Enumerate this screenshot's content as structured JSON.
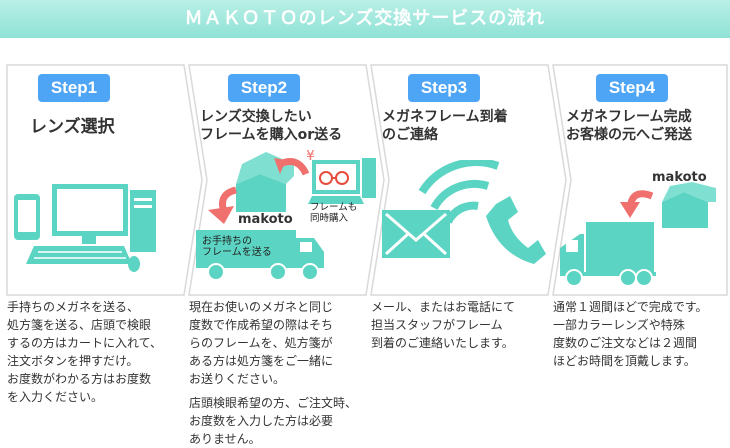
{
  "title": "ＭＡＫＯＴＯのレンズ交換サービスの流れ",
  "colors": {
    "teal": "#5cd4c3",
    "step_badge": "#4ea5f5",
    "arrow_pink": "#f0706e",
    "frame_gray": "#d9d9d9"
  },
  "steps": [
    {
      "badge": "Step1",
      "heading": [
        "レンズ選択"
      ],
      "desc": [
        "手持ちのメガネを送る、",
        "処方箋を送る、店頭で検眼",
        "するの方はカートに入れて、",
        "注文ボタンを押すだけ。",
        "お度数がわかる方はお度数",
        "を入力ください。"
      ],
      "icon": "computer-and-phone-icon"
    },
    {
      "badge": "Step2",
      "heading": [
        "レンズ交換したい",
        "フレームを購入or送る"
      ],
      "labels": {
        "brand": "makoto",
        "truck_note": [
          "お手持ちの",
          "フレームを送る"
        ],
        "frame_note": [
          "フレームも",
          "同時購入"
        ],
        "yen": "¥"
      },
      "desc": [
        "現在お使いのメガネと同じ",
        "度数で作成希望の際はそち",
        "らのフレームを、処方箋が",
        "ある方は処方箋をご一緒に",
        "お送りください。"
      ],
      "desc2": [
        "店頭検眼希望の方、ご注文時、",
        "お度数を入力した方は必要",
        "ありません。"
      ],
      "icon": "truck-shop-computer-icon"
    },
    {
      "badge": "Step3",
      "heading": [
        "メガネフレーム到着",
        "のご連絡"
      ],
      "desc": [
        "メール、またはお電話にて",
        "担当スタッフがフレーム",
        "到着のご連絡いたします。"
      ],
      "icon": "mail-phone-icon"
    },
    {
      "badge": "Step4",
      "heading": [
        "メガネフレーム完成",
        "お客様の元へご発送"
      ],
      "labels": {
        "brand": "makoto"
      },
      "desc": [
        "通常１週間ほどで完成です。",
        "一部カラーレンズや特殊",
        "度数のご注文などは２週間",
        "ほどお時間を頂戴します。"
      ],
      "icon": "shop-truck-icon"
    }
  ]
}
